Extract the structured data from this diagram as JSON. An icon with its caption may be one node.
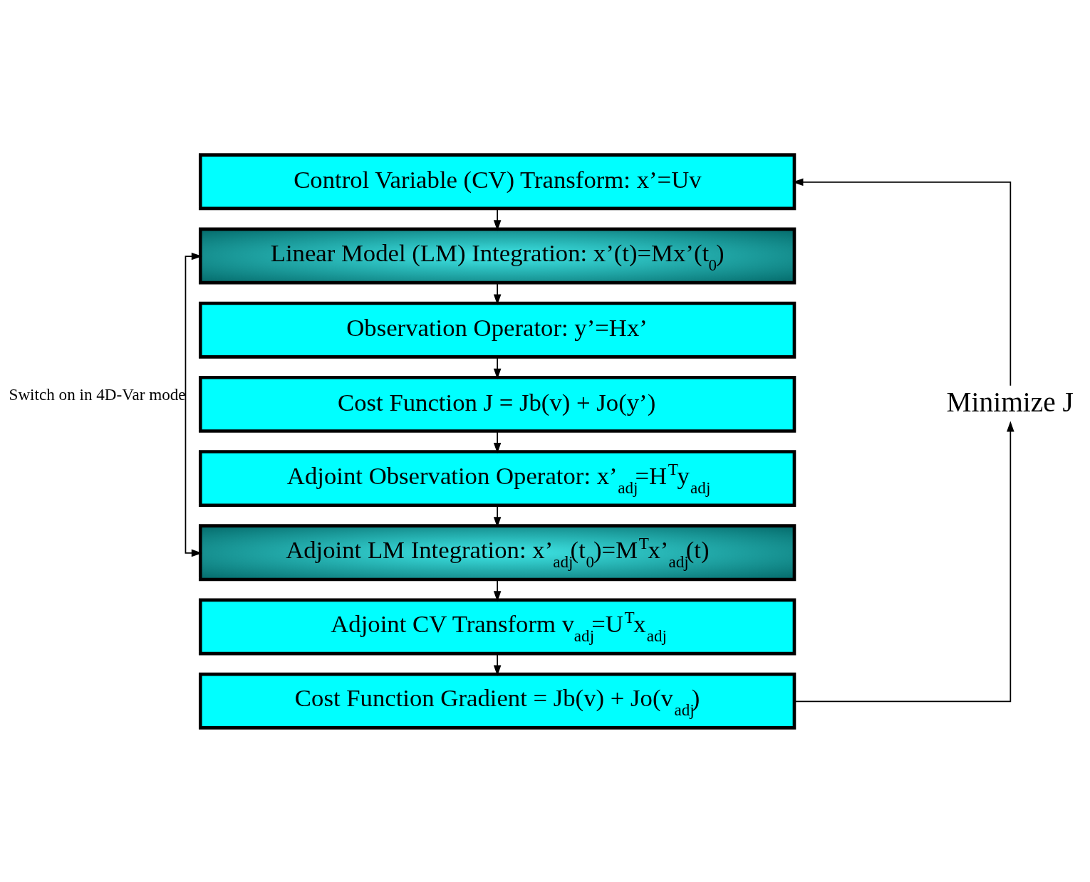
{
  "diagram": {
    "nodes": [
      {
        "text": [
          "Control Variable (CV) Transform: x’=Uv"
        ]
      },
      {
        "text": [
          "Linear Model (LM) Integration: x’(t)=Mx’(t$_{0}$)"
        ]
      },
      {
        "text": [
          "Observation Operator: y’=Hx’"
        ]
      },
      {
        "text": [
          "Cost Function J = Jb(v) + Jo(y’)"
        ]
      },
      {
        "text": [
          "Adjoint Observation Operator: x’$_{adj}$=H$^{T}$y$_{adj}$"
        ]
      },
      {
        "text": [
          "Adjoint LM Integration: x’$_{adj}$(t$_{0}$)=M$^{T}$x’$_{adj}$(t)"
        ]
      },
      {
        "text": [
          "Adjoint CV Transform v$_{adj}$=U$^{T}$x$_{adj}$"
        ]
      },
      {
        "text": [
          "Cost Function Gradient = Jb(v) + Jo(v$_{adj}$)"
        ]
      },
      {
        "text": [
          "Minimize J"
        ]
      }
    ],
    "edges": [
      {
        "from": 0,
        "to": 1,
        "arrow": "to"
      },
      {
        "from": 1,
        "to": 2,
        "arrow": "to"
      },
      {
        "from": 2,
        "to": 3,
        "arrow": "to"
      },
      {
        "from": 3,
        "to": 4,
        "arrow": "to"
      },
      {
        "from": 4,
        "to": 5,
        "arrow": "to"
      },
      {
        "from": 5,
        "to": 6,
        "arrow": "to"
      },
      {
        "from": 6,
        "to": 7,
        "arrow": "to"
      },
      {
        "from": 5,
        "to": 1,
        "arrow": "both",
        "label": "Switch on in 4D-Var mode"
      },
      {
        "from": 7,
        "to": 8,
        "arrow": "to"
      },
      {
        "from": 8,
        "to": 0,
        "arrow": "to"
      }
    ]
  }
}
